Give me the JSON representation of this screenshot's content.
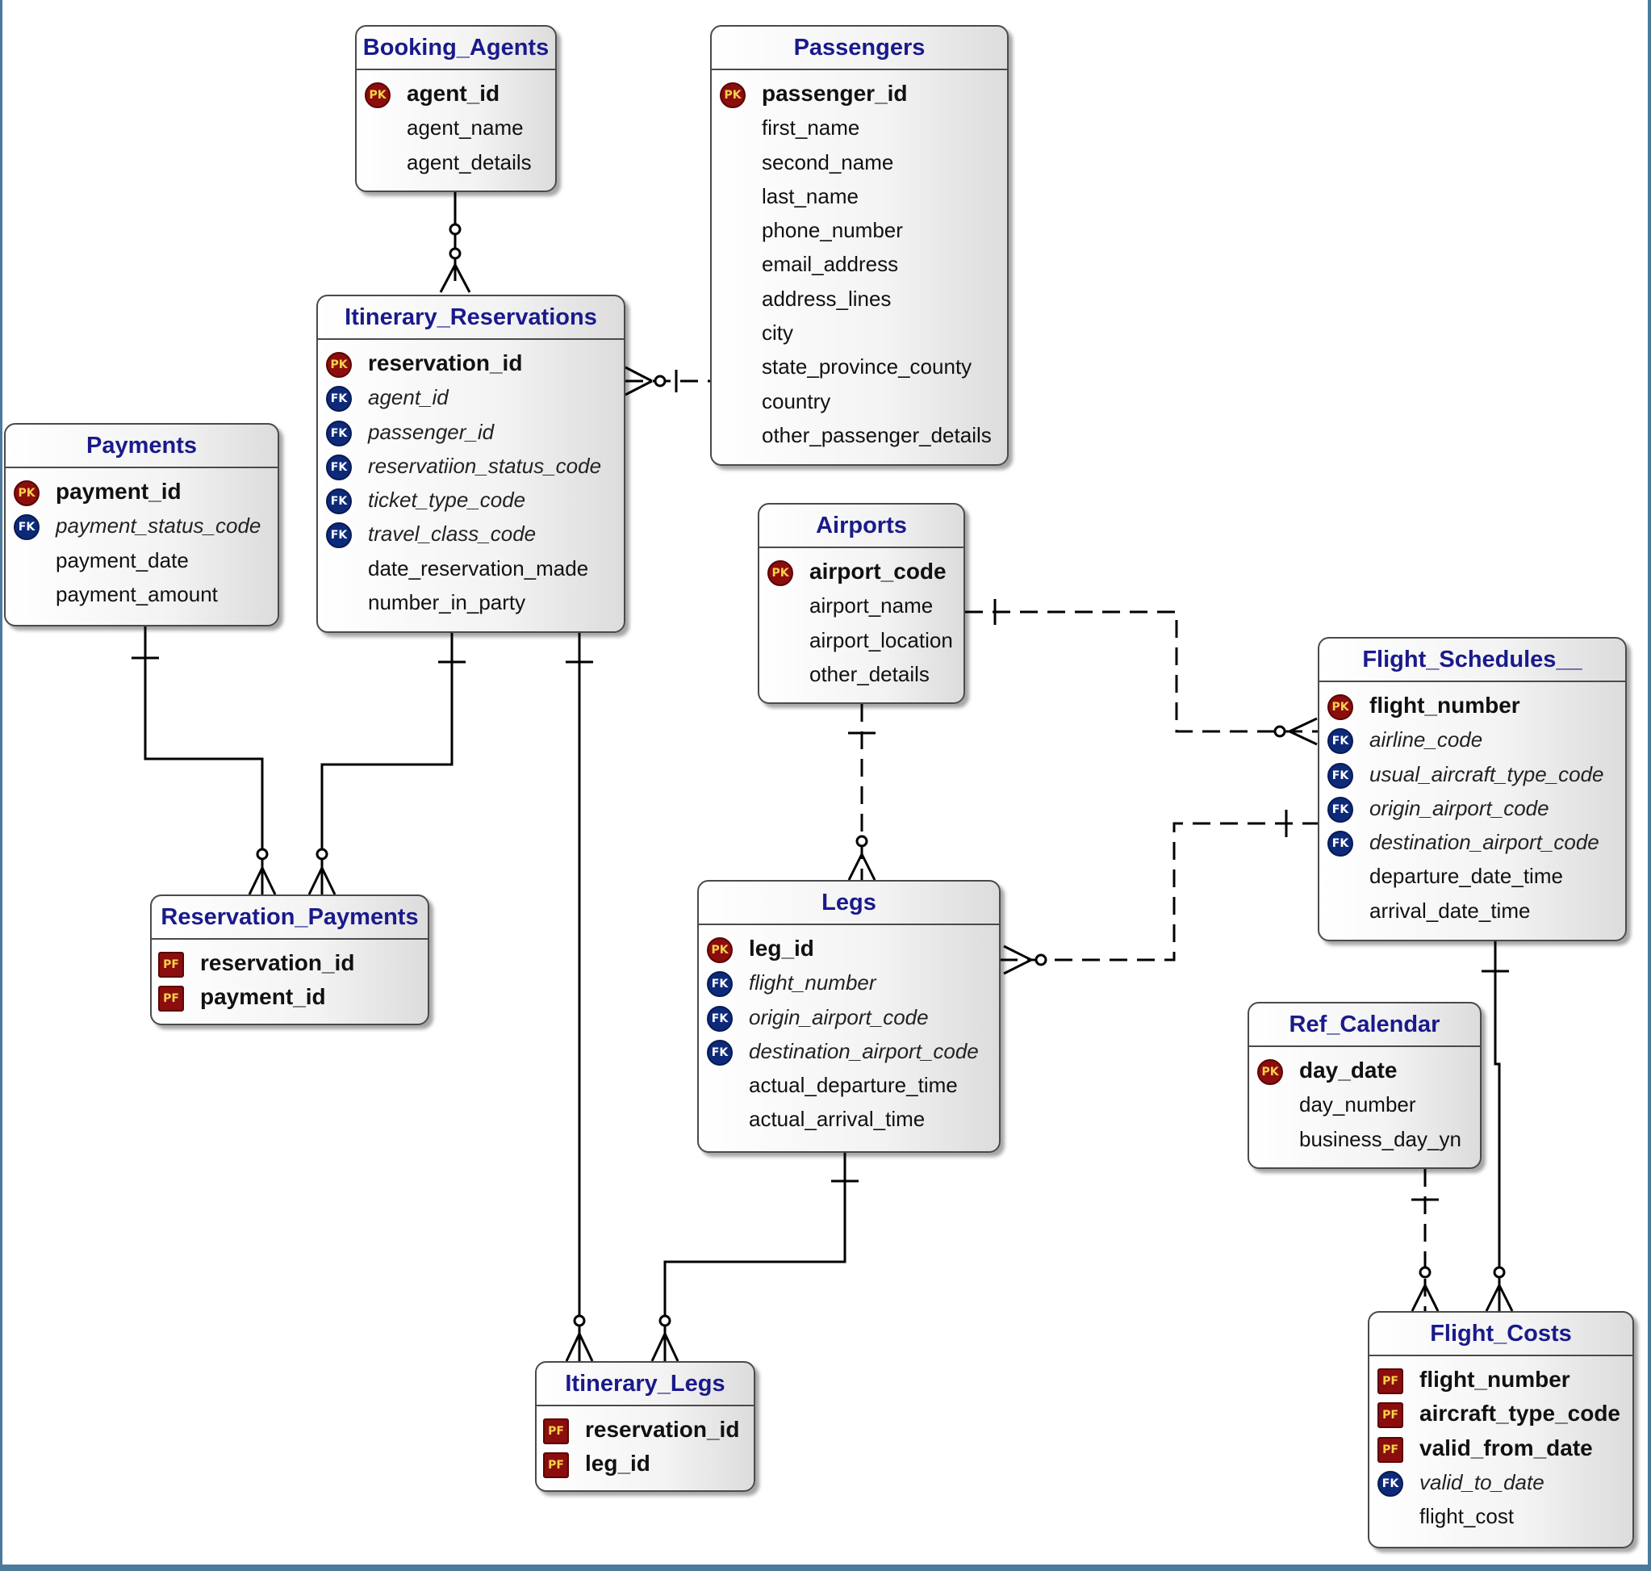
{
  "entities": {
    "booking_agents": {
      "title": "Booking_Agents",
      "attrs": [
        {
          "badge": "PK",
          "name": "agent_id"
        },
        {
          "badge": "",
          "name": "agent_name"
        },
        {
          "badge": "",
          "name": "agent_details"
        }
      ]
    },
    "passengers": {
      "title": "Passengers",
      "attrs": [
        {
          "badge": "PK",
          "name": "passenger_id"
        },
        {
          "badge": "",
          "name": "first_name"
        },
        {
          "badge": "",
          "name": "second_name"
        },
        {
          "badge": "",
          "name": "last_name"
        },
        {
          "badge": "",
          "name": "phone_number"
        },
        {
          "badge": "",
          "name": "email_address"
        },
        {
          "badge": "",
          "name": "address_lines"
        },
        {
          "badge": "",
          "name": "city"
        },
        {
          "badge": "",
          "name": "state_province_county"
        },
        {
          "badge": "",
          "name": "country"
        },
        {
          "badge": "",
          "name": "other_passenger_details"
        }
      ]
    },
    "itinerary_reservations": {
      "title": "Itinerary_Reservations",
      "attrs": [
        {
          "badge": "PK",
          "name": "reservation_id"
        },
        {
          "badge": "FK",
          "name": "agent_id"
        },
        {
          "badge": "FK",
          "name": "passenger_id"
        },
        {
          "badge": "FK",
          "name": "reservatiion_status_code"
        },
        {
          "badge": "FK",
          "name": "ticket_type_code"
        },
        {
          "badge": "FK",
          "name": "travel_class_code"
        },
        {
          "badge": "",
          "name": "date_reservation_made"
        },
        {
          "badge": "",
          "name": "number_in_party"
        }
      ]
    },
    "payments": {
      "title": "Payments",
      "attrs": [
        {
          "badge": "PK",
          "name": "payment_id"
        },
        {
          "badge": "FK",
          "name": "payment_status_code"
        },
        {
          "badge": "",
          "name": "payment_date"
        },
        {
          "badge": "",
          "name": "payment_amount"
        }
      ]
    },
    "airports": {
      "title": "Airports",
      "attrs": [
        {
          "badge": "PK",
          "name": "airport_code"
        },
        {
          "badge": "",
          "name": "airport_name"
        },
        {
          "badge": "",
          "name": "airport_location"
        },
        {
          "badge": "",
          "name": "other_details"
        }
      ]
    },
    "flight_schedules": {
      "title": "Flight_Schedules__",
      "attrs": [
        {
          "badge": "PK",
          "name": "flight_number"
        },
        {
          "badge": "FK",
          "name": "airline_code"
        },
        {
          "badge": "FK",
          "name": "usual_aircraft_type_code"
        },
        {
          "badge": "FK",
          "name": "origin_airport_code"
        },
        {
          "badge": "FK",
          "name": "destination_airport_code"
        },
        {
          "badge": "",
          "name": "departure_date_time"
        },
        {
          "badge": "",
          "name": "arrival_date_time"
        }
      ]
    },
    "reservation_payments": {
      "title": "Reservation_Payments",
      "attrs": [
        {
          "badge": "PF",
          "name": "reservation_id"
        },
        {
          "badge": "PF",
          "name": "payment_id"
        }
      ]
    },
    "legs": {
      "title": "Legs",
      "attrs": [
        {
          "badge": "PK",
          "name": "leg_id"
        },
        {
          "badge": "FK",
          "name": "flight_number"
        },
        {
          "badge": "FK",
          "name": "origin_airport_code"
        },
        {
          "badge": "FK",
          "name": "destination_airport_code"
        },
        {
          "badge": "",
          "name": "actual_departure_time"
        },
        {
          "badge": "",
          "name": "actual_arrival_time"
        }
      ]
    },
    "ref_calendar": {
      "title": "Ref_Calendar",
      "attrs": [
        {
          "badge": "PK",
          "name": "day_date"
        },
        {
          "badge": "",
          "name": "day_number"
        },
        {
          "badge": "",
          "name": "business_day_yn"
        }
      ]
    },
    "itinerary_legs": {
      "title": "Itinerary_Legs",
      "attrs": [
        {
          "badge": "PF",
          "name": "reservation_id"
        },
        {
          "badge": "PF",
          "name": "leg_id"
        }
      ]
    },
    "flight_costs": {
      "title": "Flight_Costs",
      "attrs": [
        {
          "badge": "PF",
          "name": "flight_number"
        },
        {
          "badge": "PF",
          "name": "aircraft_type_code"
        },
        {
          "badge": "PF",
          "name": "valid_from_date"
        },
        {
          "badge": "FK",
          "name": "valid_to_date"
        },
        {
          "badge": "",
          "name": "flight_cost"
        }
      ]
    }
  },
  "badge_colors": {
    "PK": "#8c0d0d",
    "FK": "#0d2a7a",
    "PF": "#8c0d0d"
  },
  "relationships": [
    {
      "from": "Booking_Agents",
      "to": "Itinerary_Reservations",
      "line": "solid",
      "from_end": "optional-one",
      "to_end": "zero-or-many"
    },
    {
      "from": "Passengers",
      "to": "Itinerary_Reservations",
      "line": "dashed",
      "from_end": "one",
      "to_end": "zero-or-many"
    },
    {
      "from": "Payments",
      "to": "Reservation_Payments",
      "line": "solid",
      "from_end": "one",
      "to_end": "zero-or-many"
    },
    {
      "from": "Itinerary_Reservations",
      "to": "Reservation_Payments",
      "line": "solid",
      "from_end": "one",
      "to_end": "zero-or-many"
    },
    {
      "from": "Itinerary_Reservations",
      "to": "Itinerary_Legs",
      "line": "solid",
      "from_end": "one",
      "to_end": "zero-or-many"
    },
    {
      "from": "Airports",
      "to": "Legs",
      "line": "dashed",
      "from_end": "one",
      "to_end": "zero-or-many"
    },
    {
      "from": "Airports",
      "to": "Flight_Schedules__",
      "line": "dashed",
      "from_end": "one",
      "to_end": "zero-or-many"
    },
    {
      "from": "Flight_Schedules__",
      "to": "Legs",
      "line": "dashed",
      "from_end": "one",
      "to_end": "zero-or-many"
    },
    {
      "from": "Legs",
      "to": "Itinerary_Legs",
      "line": "solid",
      "from_end": "one",
      "to_end": "zero-or-many"
    },
    {
      "from": "Ref_Calendar",
      "to": "Flight_Costs",
      "line": "dashed",
      "from_end": "one",
      "to_end": "zero-or-many"
    },
    {
      "from": "Flight_Schedules__",
      "to": "Flight_Costs",
      "line": "solid",
      "from_end": "one",
      "to_end": "zero-or-many"
    }
  ]
}
